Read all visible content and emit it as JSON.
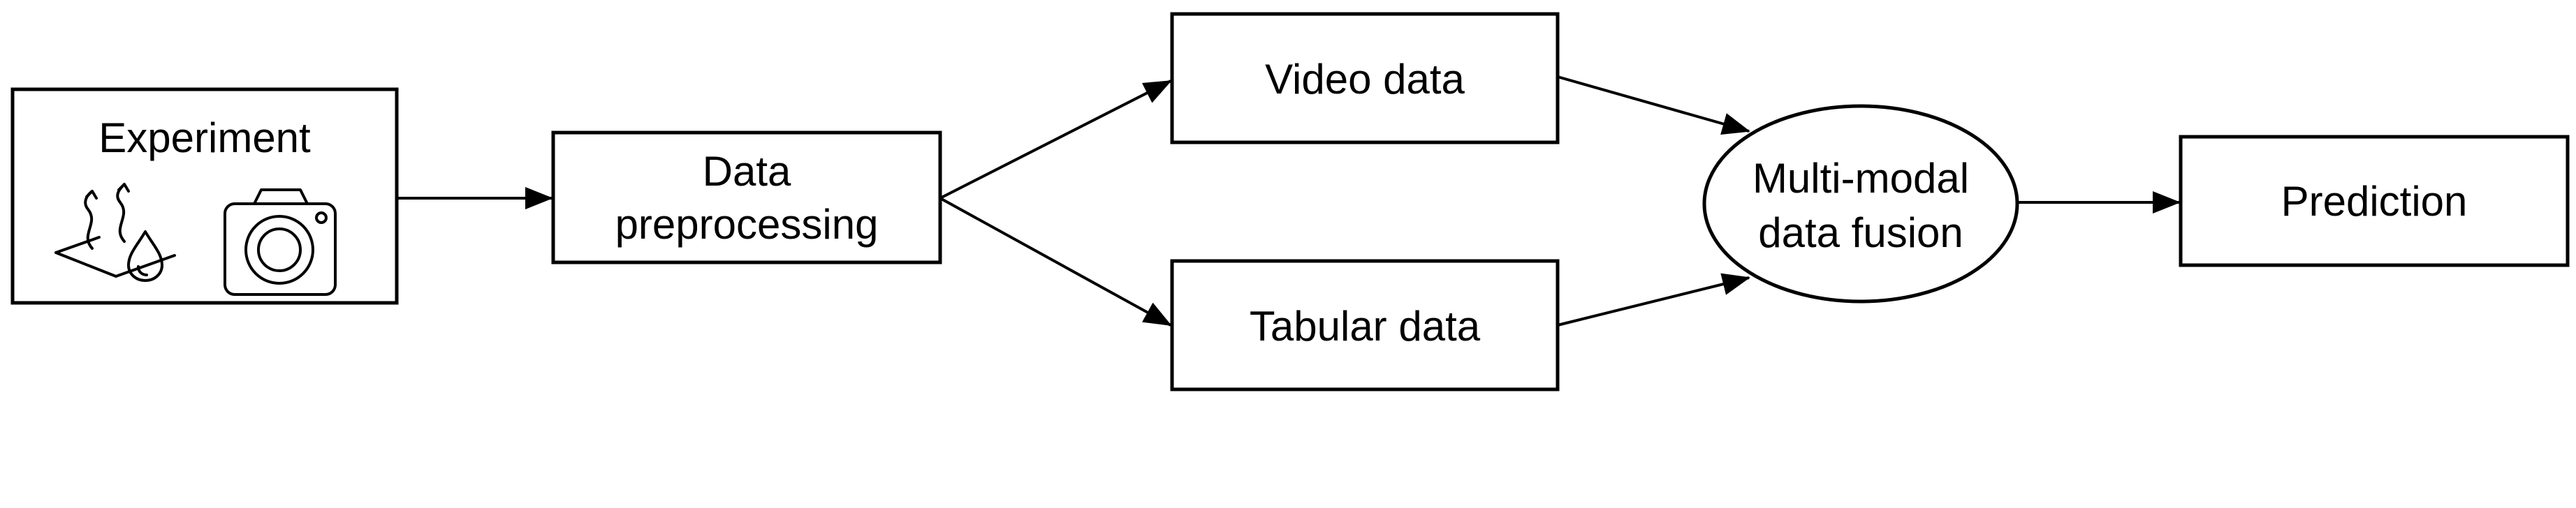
{
  "nodes": {
    "experiment": {
      "label": "Experiment",
      "icons": [
        "steam-drop-icon",
        "camera-icon"
      ]
    },
    "preprocessing": {
      "line1": "Data",
      "line2": "preprocessing"
    },
    "video": {
      "label": "Video data"
    },
    "tabular": {
      "label": "Tabular data"
    },
    "fusion": {
      "line1": "Multi-modal",
      "line2": "data fusion"
    },
    "prediction": {
      "label": "Prediction"
    }
  },
  "edges": [
    {
      "from": "experiment",
      "to": "preprocessing"
    },
    {
      "from": "preprocessing",
      "to": "video"
    },
    {
      "from": "preprocessing",
      "to": "tabular"
    },
    {
      "from": "video",
      "to": "fusion"
    },
    {
      "from": "tabular",
      "to": "fusion"
    },
    {
      "from": "fusion",
      "to": "prediction"
    }
  ],
  "colors": {
    "stroke": "#000000",
    "fill": "#ffffff"
  }
}
